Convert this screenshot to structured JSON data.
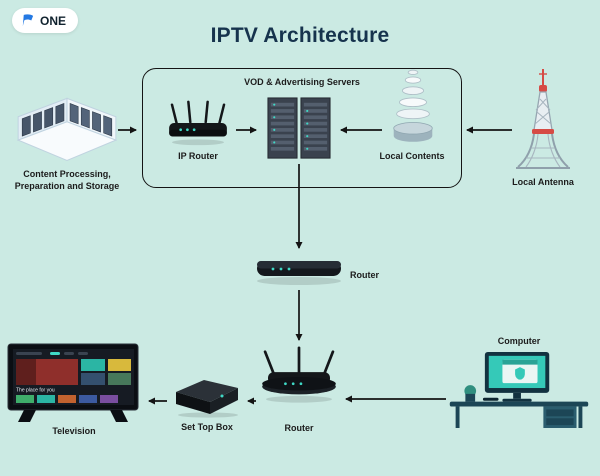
{
  "logo": {
    "text": "ONE"
  },
  "title": "IPTV Architecture",
  "nodes": {
    "content_processing": {
      "line1": "Content Processing,",
      "line2": "Preparation and Storage"
    },
    "ip_router": {
      "label": "IP Router"
    },
    "vod_servers": {
      "label": "VOD & Advertising Servers"
    },
    "local_contents": {
      "label": "Local Contents"
    },
    "local_antenna": {
      "label": "Local Antenna"
    },
    "core_router": {
      "label": "Router"
    },
    "home_router": {
      "label": "Router"
    },
    "set_top_box": {
      "label": "Set Top Box"
    },
    "television": {
      "label": "Television",
      "screen_caption": "The place for you"
    },
    "computer": {
      "label": "Computer"
    }
  },
  "colors": {
    "background": "#cbeae3",
    "title_text": "#16334d",
    "label_text": "#1c1c1c",
    "connector": "#141414",
    "accent_teal": "#3fd9c6",
    "accent_red": "#d64b45",
    "logo_blue": "#2479e3"
  }
}
